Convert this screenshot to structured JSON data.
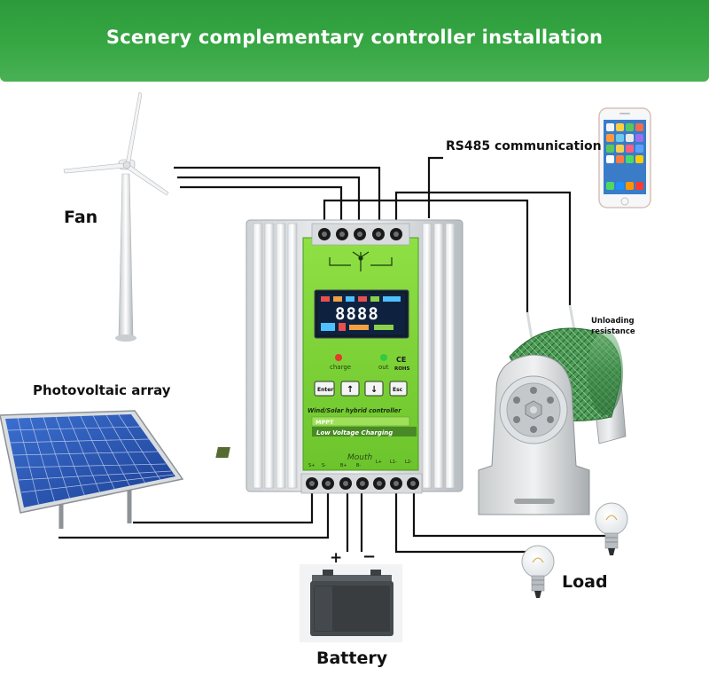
{
  "title": "Scenery complementary controller installation",
  "labels": {
    "fan": "Fan",
    "photovoltaic": "Photovoltaic array",
    "rs485": "RS485 communication",
    "unloading": "Unloading resistance",
    "load": "Load",
    "battery": "Battery",
    "plus": "+",
    "minus": "−"
  },
  "controller": {
    "lcd_digits": "8888",
    "charge_label": "charge",
    "out_label": "out",
    "cert_marks": [
      "CE",
      "ROHS"
    ],
    "buttons": [
      "Enter",
      "↑",
      "↓",
      "Esc"
    ],
    "product_name": "Wind/Solar hybrid controller",
    "mppt_tag": "MPPT",
    "low_voltage": "Low Voltage Charging",
    "terminal_caption": "Mouth",
    "terminal_marks": [
      "S+",
      "S-",
      "B+",
      "B-",
      "L+",
      "L1-",
      "L2-"
    ]
  },
  "colors": {
    "banner_green": "#37a744",
    "panel_green": "#7fd336",
    "wire": "#111111",
    "charge_led": "#e23b2a",
    "out_led": "#2ecc40"
  },
  "icons": [
    "wind-turbine-icon",
    "solar-panel-icon",
    "smartphone-icon",
    "resistor-icon",
    "battery-icon",
    "light-bulb-icon"
  ]
}
